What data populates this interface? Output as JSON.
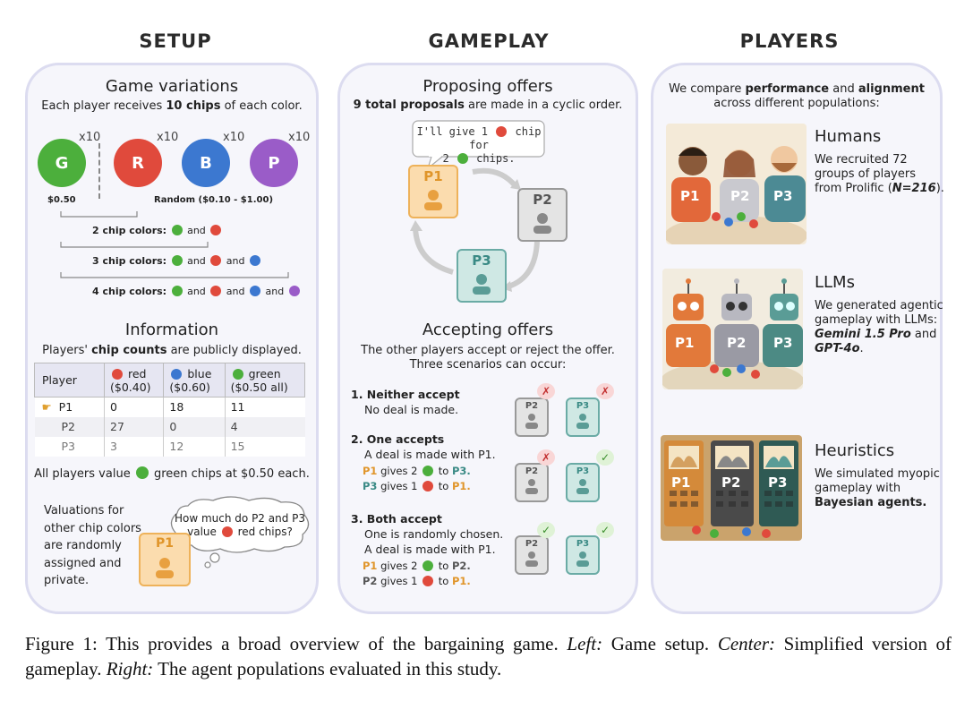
{
  "headers": {
    "setup": "SETUP",
    "gameplay": "GAMEPLAY",
    "players": "PLAYERS"
  },
  "setup": {
    "variations_title": "Game variations",
    "variations_sub_a": "Each player receives ",
    "variations_sub_b": "10 chips",
    "variations_sub_c": " of each color.",
    "chips": [
      {
        "letter": "G",
        "count": "x10"
      },
      {
        "letter": "R",
        "count": "x10"
      },
      {
        "letter": "B",
        "count": "x10"
      },
      {
        "letter": "P",
        "count": "x10"
      }
    ],
    "g_value": "$0.50",
    "other_value": "Random ($0.10 - $1.00)",
    "two_colors": "2 chip colors:",
    "three_colors": "3 chip colors:",
    "four_colors": "4 chip colors:",
    "and": "and",
    "info_title": "Information",
    "info_sub_a": "Players' ",
    "info_sub_b": "chip counts",
    "info_sub_c": " are publicly displayed.",
    "table": {
      "head": {
        "player": "Player",
        "red": "red",
        "red_val": "($0.40)",
        "blue": "blue",
        "blue_val": "($0.60)",
        "green": "green",
        "green_val": "($0.50 all)"
      },
      "rows": [
        {
          "player": "P1",
          "red": "0",
          "blue": "18",
          "green": "11"
        },
        {
          "player": "P2",
          "red": "27",
          "blue": "0",
          "green": "4"
        },
        {
          "player": "P3",
          "red": "3",
          "blue": "12",
          "green": "15"
        }
      ]
    },
    "green_note_a": "All players value ",
    "green_note_b": " green chips at $0.50 each.",
    "valuations": [
      "Valuations for",
      "other chip colors",
      "are randomly",
      "assigned and",
      "private."
    ],
    "thought_a": "How much do P2 and P3",
    "thought_b": "value",
    "thought_c": "red chips?",
    "p1": "P1"
  },
  "gameplay": {
    "proposing_title": "Proposing offers",
    "proposing_sub_a": "9 total proposals",
    "proposing_sub_b": " are made in a cyclic order.",
    "speech_a": "I'll give 1",
    "speech_b": "chip for",
    "speech_c": "2",
    "speech_d": "chips.",
    "p1": "P1",
    "p2": "P2",
    "p3": "P3",
    "accepting_title": "Accepting offers",
    "accepting_sub1": "The other players accept or reject the offer.",
    "accepting_sub2": "Three scenarios can occur:",
    "s1_head": "1. Neither accept",
    "s1_l1": "No deal is made.",
    "s2_head": "2. One accepts",
    "s2_l1": "A deal is made with P1.",
    "s2_l2_a": "gives 2",
    "s2_l2_b": "to",
    "s2_l2_to": "P3.",
    "s2_l3_a": "gives 1",
    "s2_l3_b": "to",
    "s2_l3_to": "P1.",
    "s3_head": "3. Both accept",
    "s3_l1": "One is randomly chosen.",
    "s3_l2": "A deal is made with P1.",
    "s3_l3_a": "gives 2",
    "s3_l3_b": "to",
    "s3_l3_to": "P2.",
    "s3_l4_a": "gives 1",
    "s3_l4_b": "to",
    "s3_l4_to": "P1.",
    "mark_x": "✗",
    "mark_check": "✓"
  },
  "players": {
    "intro_a": "We compare ",
    "intro_b": "performance",
    "intro_c": " and ",
    "intro_d": "alignment",
    "intro_e": "across different populations:",
    "humans_title": "Humans",
    "humans_text_a": "We recruited 72",
    "humans_text_b": "groups of players",
    "humans_text_c": "from Prolific (",
    "humans_text_d": "N=216",
    "humans_text_e": ").",
    "llms_title": "LLMs",
    "llms_text_a": "We generated agentic",
    "llms_text_b": "gameplay with LLMs:",
    "llms_text_c": "Gemini 1.5 Pro",
    "llms_text_d": " and",
    "llms_text_e": "GPT-4o",
    "llms_text_f": ".",
    "heur_title": "Heuristics",
    "heur_text_a": "We simulated myopic",
    "heur_text_b": "gameplay with",
    "heur_text_c": "Bayesian agents.",
    "p1": "P1",
    "p2": "P2",
    "p3": "P3"
  },
  "caption": {
    "a": "Figure 1: This provides a broad overview of the bargaining game. ",
    "b": "Left:",
    "c": " Game setup. ",
    "d": "Center:",
    "e": " Simplified version of gameplay. ",
    "f": "Right:",
    "g": " The agent populations evaluated in this study."
  },
  "colors": {
    "green": "#4caf3c",
    "red": "#e04a3c",
    "blue": "#3c78d0",
    "purple": "#9a5cc8",
    "p1": "#f0b45a",
    "p3": "#7fbcb8",
    "panel": "#f6f6fb",
    "border": "#dcdcf0"
  }
}
